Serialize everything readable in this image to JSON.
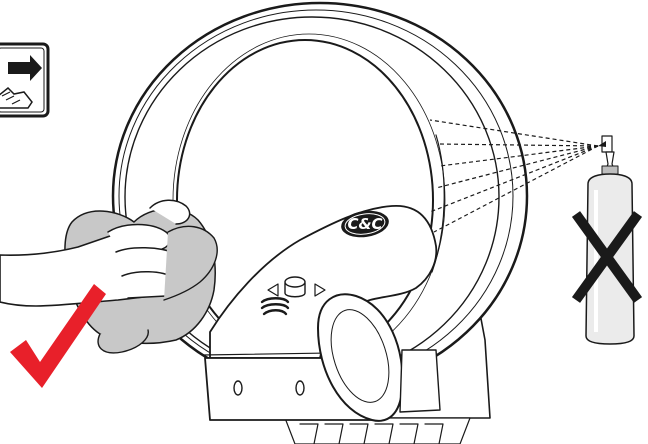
{
  "illustration": {
    "brand_logo": "C&C",
    "icons": {
      "unplug": "unplug-icon",
      "approve": "checkmark-icon",
      "prohibit": "cross-icon",
      "product": "bladeless-fan",
      "wipe": "hand-with-cloth",
      "spray": "spray-bottle"
    },
    "colors": {
      "line": "#1a1a1a",
      "check": "#e8202a",
      "cloth": "#c8c8c8",
      "bottle": "#ebebeb",
      "background": "#ffffff"
    }
  }
}
